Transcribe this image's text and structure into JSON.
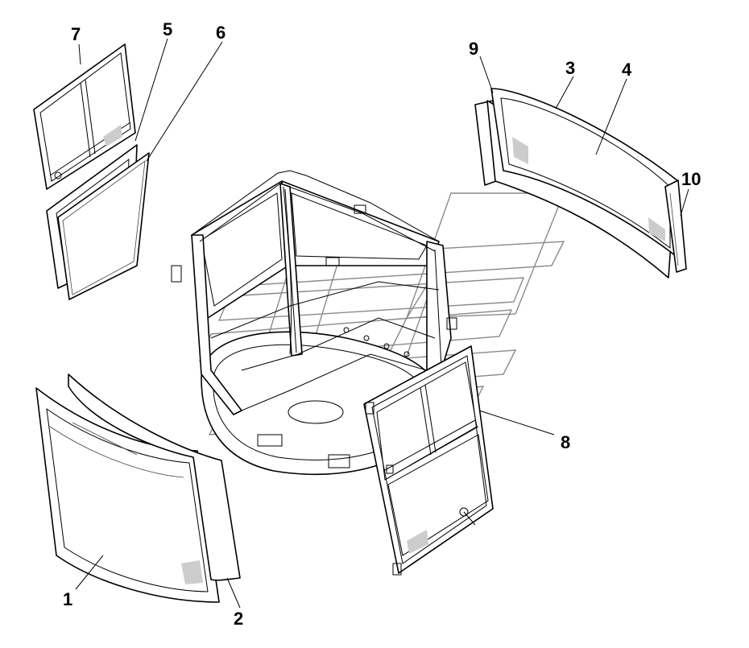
{
  "colors": {
    "line": "#000000",
    "background": "#ffffff",
    "watermark": "#8a8a8a"
  },
  "callouts": [
    {
      "id": "1",
      "label": "1"
    },
    {
      "id": "2",
      "label": "2"
    },
    {
      "id": "3",
      "label": "3"
    },
    {
      "id": "4",
      "label": "4"
    },
    {
      "id": "5",
      "label": "5"
    },
    {
      "id": "6",
      "label": "6"
    },
    {
      "id": "7",
      "label": "7"
    },
    {
      "id": "8",
      "label": "8"
    },
    {
      "id": "9",
      "label": "9"
    },
    {
      "id": "10",
      "label": "10"
    }
  ]
}
